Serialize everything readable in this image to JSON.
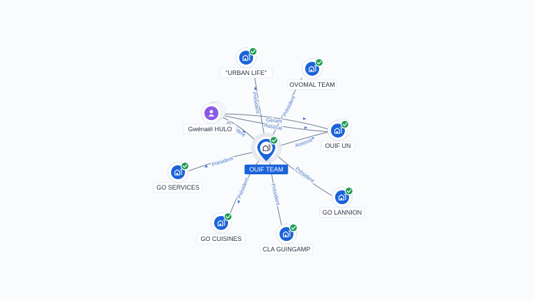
{
  "colors": {
    "company": "#1a63d8",
    "person": "#8a5ae6",
    "verified": "#1d9c52",
    "edge_label": "#4a78c8",
    "center_label_bg": "#1a63d8"
  },
  "center": {
    "id": "ouif_team",
    "label": "OUIF TEAM",
    "icon": "building-icon",
    "verified": true
  },
  "nodes": [
    {
      "id": "urban_life",
      "label": "\"URBAN LIFE\"",
      "type": "company",
      "icon": "building-icon",
      "verified": true
    },
    {
      "id": "ovomal_team",
      "label": "OVOMAL TEAM",
      "type": "company",
      "icon": "building-icon",
      "verified": true
    },
    {
      "id": "gwenael_hulo",
      "label": "Gwénaël HULO",
      "type": "person",
      "icon": "person-icon",
      "verified": false
    },
    {
      "id": "ouif_un",
      "label": "OUIF UN",
      "type": "company",
      "icon": "building-icon",
      "verified": true
    },
    {
      "id": "go_services",
      "label": "GO SERVICES",
      "type": "company",
      "icon": "building-icon",
      "verified": true
    },
    {
      "id": "go_lannion",
      "label": "GO LANNION",
      "type": "company",
      "icon": "building-icon",
      "verified": true
    },
    {
      "id": "go_cuisines",
      "label": "GO CUISINES",
      "type": "company",
      "icon": "building-icon",
      "verified": true
    },
    {
      "id": "cla_guingamp",
      "label": "CLA GUINGAMP",
      "type": "company",
      "icon": "building-icon",
      "verified": true
    }
  ],
  "edges": [
    {
      "from": "ouif_team",
      "to": "urban_life",
      "label": "Président"
    },
    {
      "from": "ouif_team",
      "to": "ovomal_team",
      "label": "Président"
    },
    {
      "from": "gwenael_hulo",
      "to": "ouif_team",
      "label": "Président"
    },
    {
      "from": "gwenael_hulo",
      "to": "ouif_un",
      "label": "Gérant"
    },
    {
      "from": "gwenael_hulo",
      "to": "ouif_un",
      "label": "Associé"
    },
    {
      "from": "ouif_team",
      "to": "ouif_un",
      "label": "Associé"
    },
    {
      "from": "ouif_team",
      "to": "go_services",
      "label": "Président"
    },
    {
      "from": "ouif_team",
      "to": "go_lannion",
      "label": "Président"
    },
    {
      "from": "ouif_team",
      "to": "go_cuisines",
      "label": "Président"
    },
    {
      "from": "ouif_team",
      "to": "cla_guingamp",
      "label": "Président"
    }
  ]
}
